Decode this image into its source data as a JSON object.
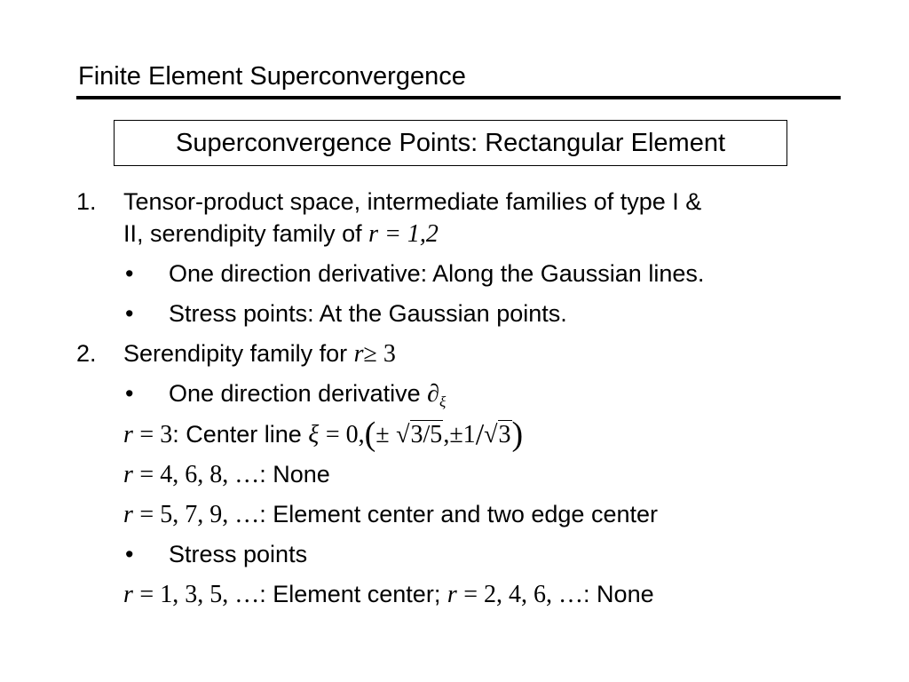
{
  "slide": {
    "title": "Finite Element Superconvergence",
    "subtitle": "Superconvergence Points: Rectangular Element"
  },
  "item1": {
    "number": "1.",
    "line1": "Tensor-product space, intermediate families of type I &",
    "line2_text": "II, serendipity family of ",
    "line2_math": "r = 1,2",
    "bullets": [
      "One direction derivative: Along the Gaussian lines.",
      "Stress points: At the Gaussian points."
    ]
  },
  "item2": {
    "number": "2.",
    "text": "Serendipity family for ",
    "math_r": "r",
    "math_rest": "≥ 3",
    "bullet_derivative": "One direction derivative ",
    "derivative_symbol": "∂",
    "derivative_sub": "ξ",
    "r3_math_r": "r",
    "r3_math_rest": "= 3",
    "r3_text": ": Center line ",
    "r3_xi": "ξ",
    "r3_eq": "= 0,",
    "r3_open": "(",
    "r3_pm": "±",
    "r3_sqrt": "√",
    "r3_rad1": "3/5",
    "r3_mid": ",±1",
    "r3_slash": "/",
    "r3_rad2": "3",
    "r3_close": ")",
    "r468_math_r": "r",
    "r468_math_rest": "= 4, 6, 8, …",
    "r468_text": ": None",
    "r579_math_r": "r",
    "r579_math_rest": "= 5, 7, 9, …",
    "r579_text": ": Element center and two edge center",
    "bullet_stress": "Stress points",
    "rodd_math_r": "r",
    "rodd_math_rest": "= 1, 3, 5, …",
    "rodd_text": ": Element center; ",
    "reven_math_r": "r",
    "reven_math_rest": "= 2, 4, 6, …",
    "reven_text": ": None"
  },
  "bullet_char": "•"
}
